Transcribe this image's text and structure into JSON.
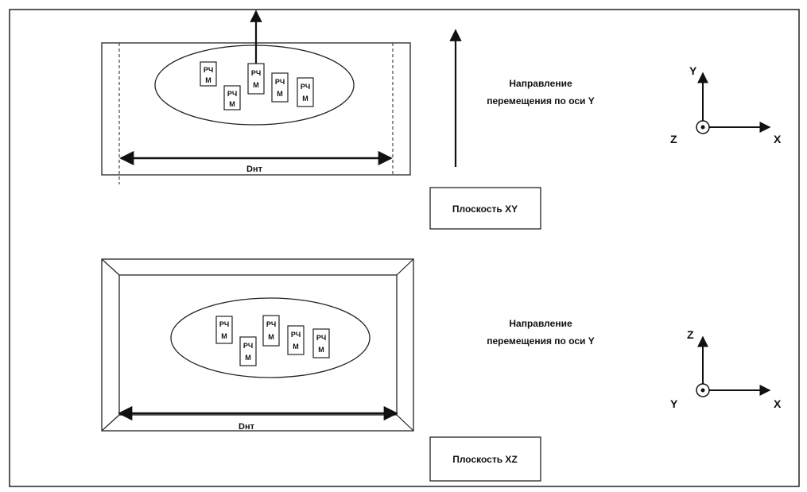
{
  "top": {
    "dimension_label": "Dнт",
    "direction_line1": "Направление",
    "direction_line2": "перемещения по оси Y",
    "plane_label": "Плоскость XY",
    "axes": {
      "up": "Y",
      "right": "X",
      "out": "Z"
    },
    "modules": [
      {
        "line1": "РЧ",
        "line2": "М"
      },
      {
        "line1": "РЧ",
        "line2": "М"
      },
      {
        "line1": "РЧ",
        "line2": "М"
      },
      {
        "line1": "РЧ",
        "line2": "М"
      },
      {
        "line1": "РЧ",
        "line2": "М"
      }
    ]
  },
  "bottom": {
    "dimension_label": "Dнт",
    "direction_line1": "Направление",
    "direction_line2": "перемещения по оси Y",
    "plane_label": "Плоскость XZ",
    "axes": {
      "up": "Z",
      "right": "X",
      "out": "Y"
    },
    "modules": [
      {
        "line1": "РЧ",
        "line2": "М"
      },
      {
        "line1": "РЧ",
        "line2": "М"
      },
      {
        "line1": "РЧ",
        "line2": "М"
      },
      {
        "line1": "РЧ",
        "line2": "М"
      },
      {
        "line1": "РЧ",
        "line2": "М"
      }
    ]
  }
}
